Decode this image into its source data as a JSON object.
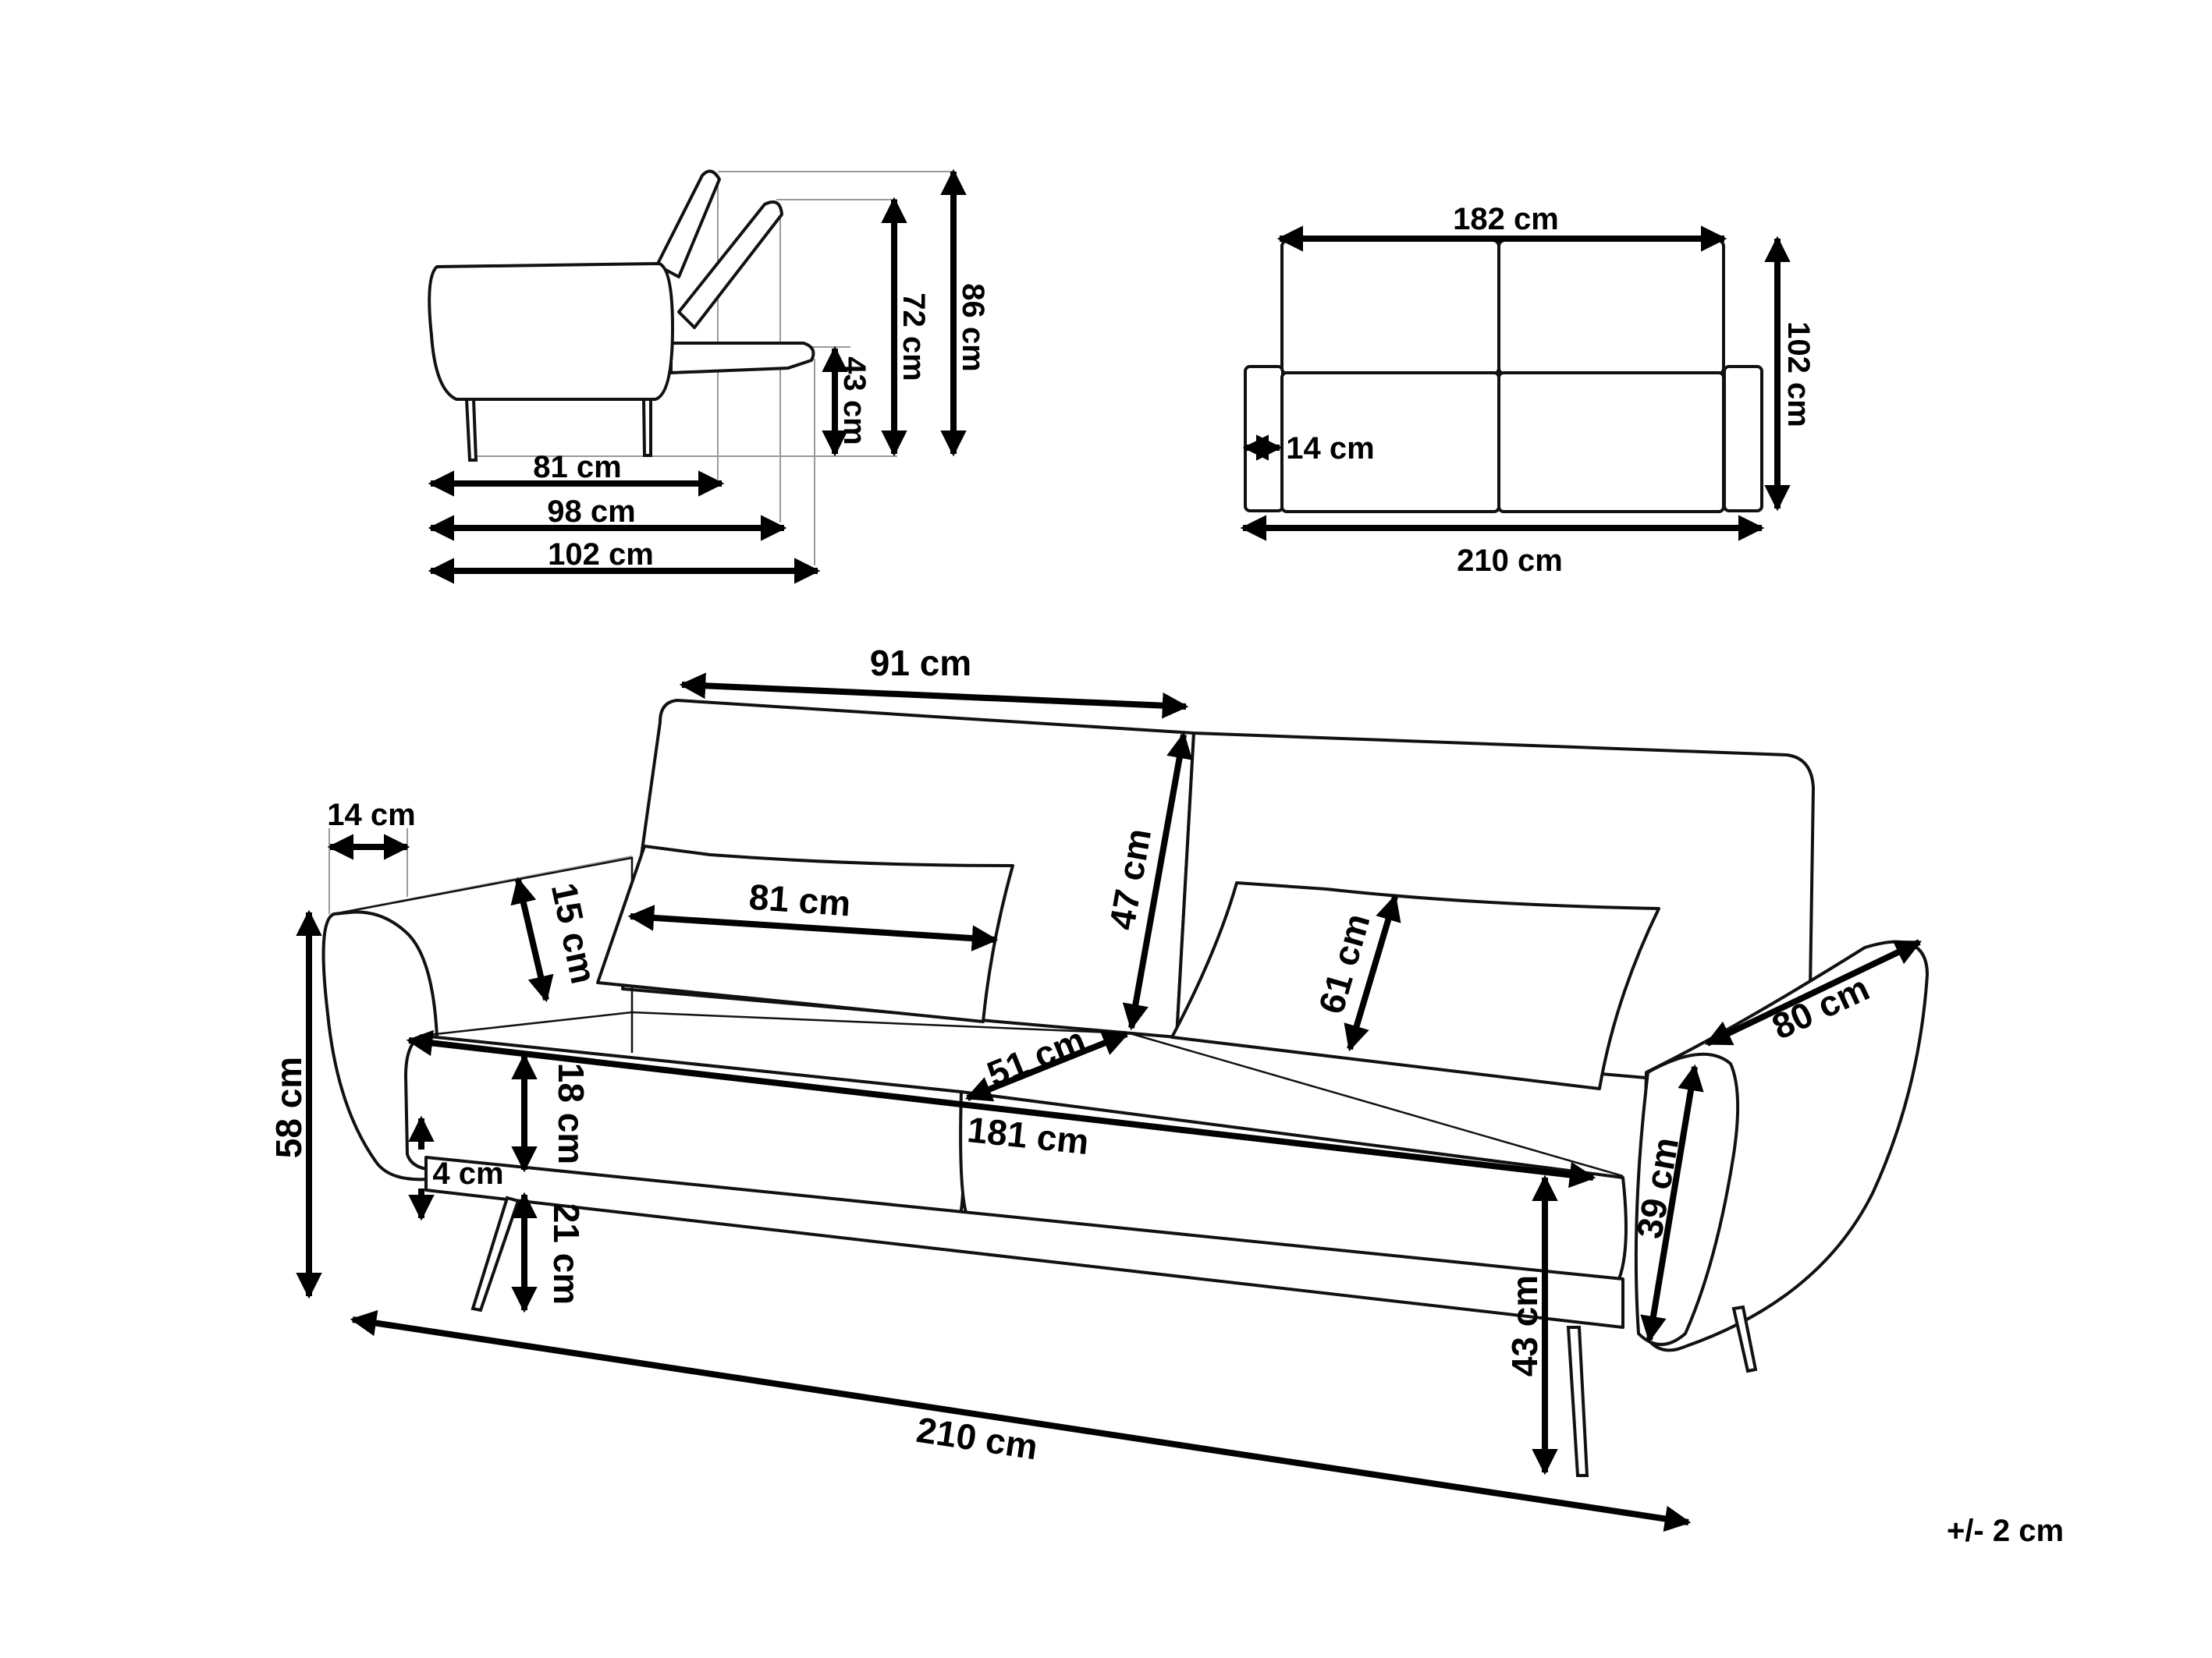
{
  "side_view": {
    "seat_depth": "81 cm",
    "reclined_depth": "98 cm",
    "flat_depth": "102 cm",
    "seat_height": "43 cm",
    "back_height": "72 cm",
    "total_height": "86 cm"
  },
  "top_view": {
    "inner_width": "182 cm",
    "depth": "102 cm",
    "arm_width": "14 cm",
    "total_width": "210 cm"
  },
  "front_view": {
    "backrest_width": "91 cm",
    "arm_width": "14 cm",
    "arm_pad_height": "15 cm",
    "cushion_width": "81 cm",
    "backrest_height": "47 cm",
    "cushion_height": "61 cm",
    "arm_depth": "80 cm",
    "seat_depth": "51 cm",
    "seat_width": "181 cm",
    "seat_thickness": "18 cm",
    "frame_thickness": "4 cm",
    "leg_height": "21 cm",
    "total_height": "58 cm",
    "arm_height": "39 cm",
    "seat_height": "43 cm",
    "total_width": "210 cm"
  },
  "tolerance": "+/- 2 cm"
}
